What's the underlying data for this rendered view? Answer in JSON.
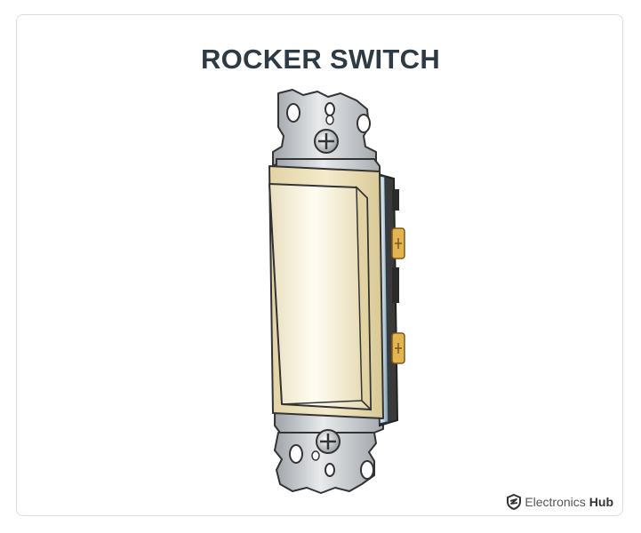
{
  "title": "ROCKER SWITCH",
  "brand": {
    "name": "Electronics",
    "name_bold": "Hub",
    "icon": "electronicshub-logo-icon"
  },
  "illustration": {
    "subject": "rocker-switch",
    "colors": {
      "rocker": "#efe6c8",
      "frame": "#e6d9ad",
      "metal": "#c9ccd0",
      "terminal": "#e3b451",
      "outline": "#333333"
    }
  }
}
